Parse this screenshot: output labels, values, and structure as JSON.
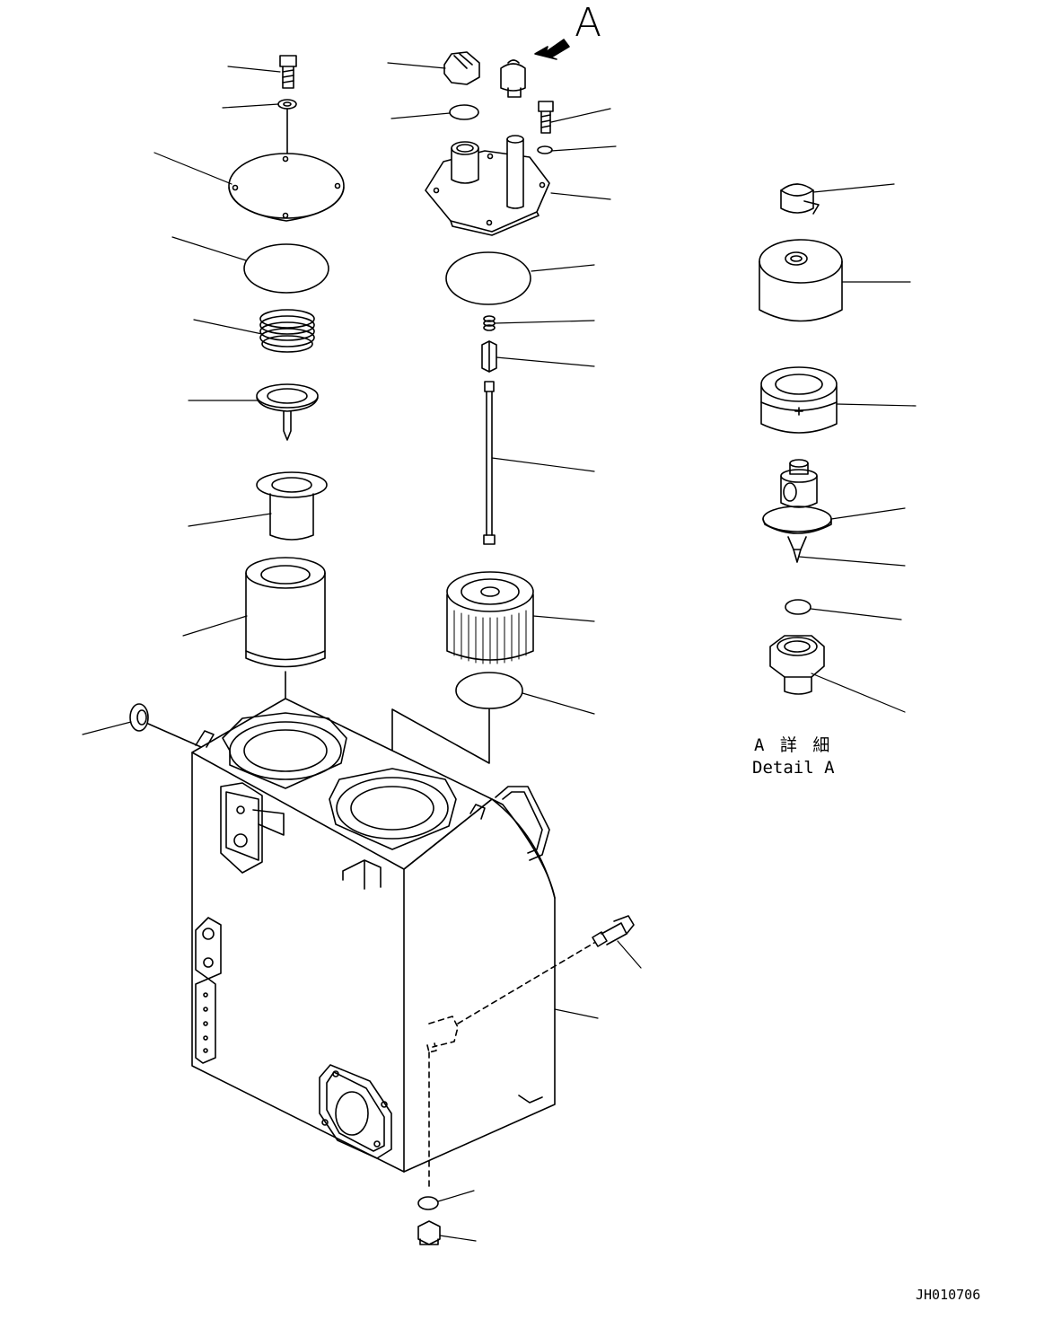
{
  "view_label": "A",
  "detail": {
    "japanese": "A 詳 細",
    "english": "Detail A"
  },
  "drawing_number": "JH010706",
  "colors": {
    "line": "#000000",
    "background": "#ffffff"
  }
}
